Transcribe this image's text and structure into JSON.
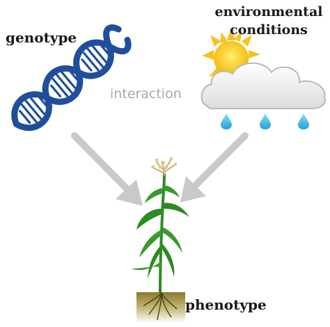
{
  "labels": {
    "genotype": "genotype",
    "environment_line1": "environmental",
    "environment_line2": "conditions",
    "interaction": "interaction",
    "phenotype": "phenotype"
  },
  "colors": {
    "dna": "#1f4f9b",
    "arrow": "#c9c9c9",
    "sun": "#f7c21b",
    "cloud_fill": "#eeeeee",
    "cloud_stroke": "#b8b8b8",
    "raindrop": "#33b6e8",
    "plant": "#2e8a22",
    "soil": "#a08e3c",
    "interaction_text": "#a8a8a8"
  },
  "icons": [
    "dna-helix-icon",
    "sun-icon",
    "cloud-icon",
    "raindrop-icon",
    "plant-icon"
  ]
}
